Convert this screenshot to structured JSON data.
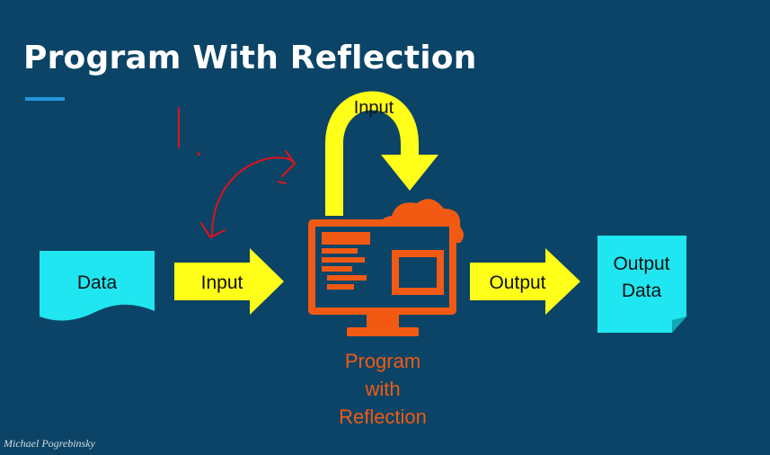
{
  "slide": {
    "title": "Program With Reflection",
    "author": "Michael Pogrebinsky"
  },
  "diagram": {
    "data_label": "Data",
    "input_label": "Input",
    "feedback_input_label": "Input",
    "output_label": "Output",
    "output_data_label_line1": "Output",
    "output_data_label_line2": "Data",
    "program_label_line1": "Program",
    "program_label_line2": "with",
    "program_label_line3": "Reflection"
  },
  "colors": {
    "background": "#0b4466",
    "document": "#1fe6f0",
    "arrow": "#ffff1a",
    "program": "#f25a13",
    "annotation": "#e0121b",
    "accent": "#2196e0"
  }
}
